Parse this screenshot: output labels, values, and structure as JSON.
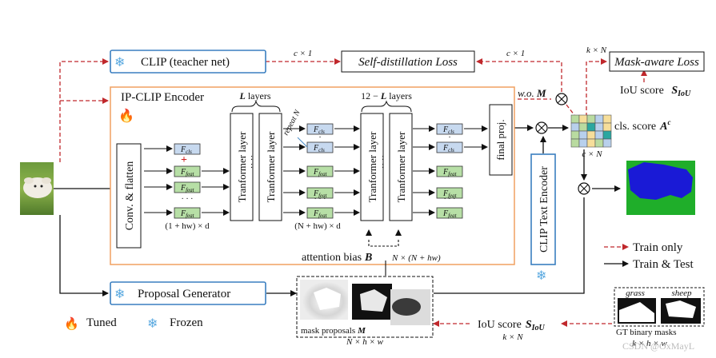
{
  "clip_teacher": {
    "label": "CLIP (teacher net)"
  },
  "self_distillation": {
    "label": "Self-distillation Loss",
    "dim_left": "c × 1",
    "dim_right": "c × 1"
  },
  "mask_aware_loss": {
    "label": "Mask-aware Loss",
    "dim": "k × N",
    "iou_label": "IoU score",
    "iou_symbol": "S",
    "iou_sub": "IoU"
  },
  "encoder": {
    "title": "IP-CLIP Encoder",
    "conv_label": "Conv. & flatten",
    "cls_token": "F",
    "cls_sub": "cls",
    "feat_token": "F",
    "feat_sub": "feat",
    "dots": "· · ·",
    "in_dim": "(1 + hw) × d",
    "mid_dim": "(N + hw) × d",
    "transformer_label": "Tranformer layer",
    "l_layers": "L layers",
    "rest_layers": "12 − L layers",
    "repeat_n": "repeat N",
    "final_proj": "final proj.",
    "wo_m": "w.o. M"
  },
  "attention_bias": {
    "label": "attention bias",
    "symbol": "B",
    "dim": "N × (N + hw)"
  },
  "text_encoder": {
    "label": "CLIP Text Encoder"
  },
  "cls_score": {
    "label": "cls. score",
    "symbol": "A",
    "sup": "c",
    "dim": "c × N"
  },
  "proposal_generator": {
    "label": "Proposal Generator"
  },
  "mask_proposals": {
    "label": "mask proposals",
    "symbol": "M",
    "dim": "N × h × w"
  },
  "iou_bottom": {
    "label": "IoU score",
    "symbol": "S",
    "sub": "IoU",
    "dim": "k × N"
  },
  "gt_masks": {
    "label": "GT binary masks",
    "dim": "k × h × w",
    "grass": "grass",
    "sheep": "sheep"
  },
  "legend": {
    "tuned": "Tuned",
    "frozen": "Frozen",
    "train_only": "Train only",
    "train_test": "Train & Test"
  },
  "watermark": "CSDN @OxMayL",
  "colors": {
    "clip_border": "#3a7fc0",
    "encoder_border": "#f0a060",
    "train_only": "#c0282c",
    "train_test": "#111111",
    "cls_token_fill": "#c7d9ef",
    "feat_token_fill": "#b7dfa6",
    "seg_blue": "#1a1ad6",
    "seg_green": "#1fae2a",
    "grid": [
      "#b9dba0",
      "#f6de9a",
      "#b9dba0",
      "#b8d0ec",
      "#f6de9a",
      "#b8d0ec",
      "#b9dba0",
      "#2aa7a0",
      "#b8d0ec",
      "#f6de9a",
      "#b9dba0",
      "#b8d0ec",
      "#f6de9a",
      "#b8d0ec",
      "#2aa7a0",
      "#b9dba0",
      "#b8d0ec",
      "#f6de9a",
      "#b9dba0",
      "#b8d0ec"
    ]
  }
}
